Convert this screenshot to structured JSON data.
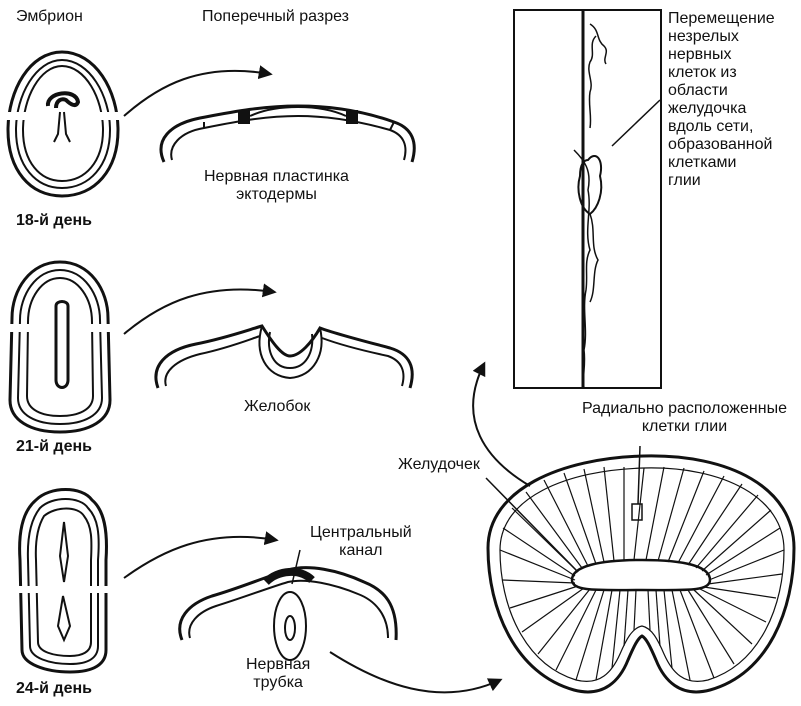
{
  "labels": {
    "embryo": "Эмбрион",
    "cross_section": "Поперечный разрез",
    "day18": "18-й день",
    "day21": "21-й день",
    "day24": "24-й день",
    "neural_plate": "Нервная пластинка\nэктодермы",
    "groove": "Желобок",
    "central_canal": "Центральный\nканал",
    "neural_tube": "Нервная\nтрубка",
    "migration": "Перемещение\nнезрелых\nнервных\nклеток из\nобласти\nжелудочка\nвдоль сети,\nобразованной\nклетками\nглии",
    "radial_glia": "Радиально расположенные\nклетки глии",
    "ventricle": "Желудочек"
  }
}
